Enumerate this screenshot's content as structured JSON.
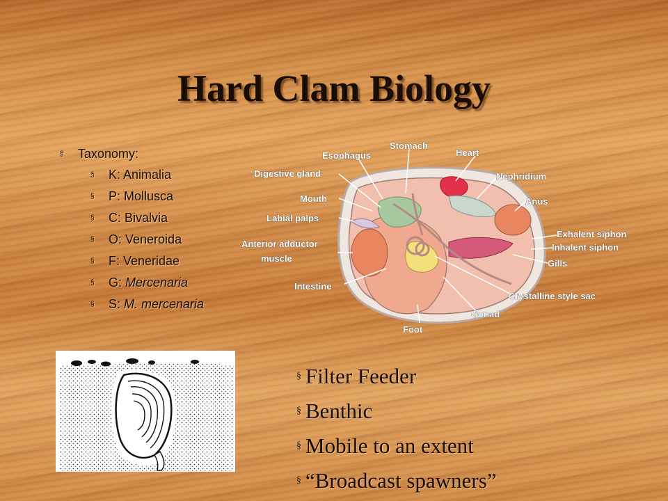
{
  "slide": {
    "title": "Hard Clam Biology"
  },
  "taxonomy": {
    "heading": "Taxonomy:",
    "items": [
      "K: Animalia",
      "P: Mollusca",
      "C: Bivalvia",
      "O: Veneroida",
      "F: Veneridae",
      "G: Mercenaria",
      "S: M. mercenaria"
    ]
  },
  "diagram": {
    "labels": {
      "stomach": "Stomach",
      "esophagus": "Esophagus",
      "heart": "Heart",
      "digestive_gland": "Digestive gland",
      "nephridium": "Nephridium",
      "mouth": "Mouth",
      "anus": "Anus",
      "labial_palps": "Labial palps",
      "exhalent_siphon": "Exhalent siphon",
      "anterior_adductor_1": "Anterior adductor",
      "anterior_adductor_2": "muscle",
      "inhalent_siphon": "Inhalent siphon",
      "gills": "Gills",
      "intestine": "Intestine",
      "crystalline_style_sac": "Crystalline style sac",
      "gonad": "Gonad",
      "foot": "Foot"
    }
  },
  "features": {
    "bullet": "§",
    "items": [
      "Filter Feeder",
      "Benthic",
      "Mobile to an extent",
      "“Broadcast spawners”"
    ]
  },
  "icons": {
    "list_bullet": "§"
  }
}
